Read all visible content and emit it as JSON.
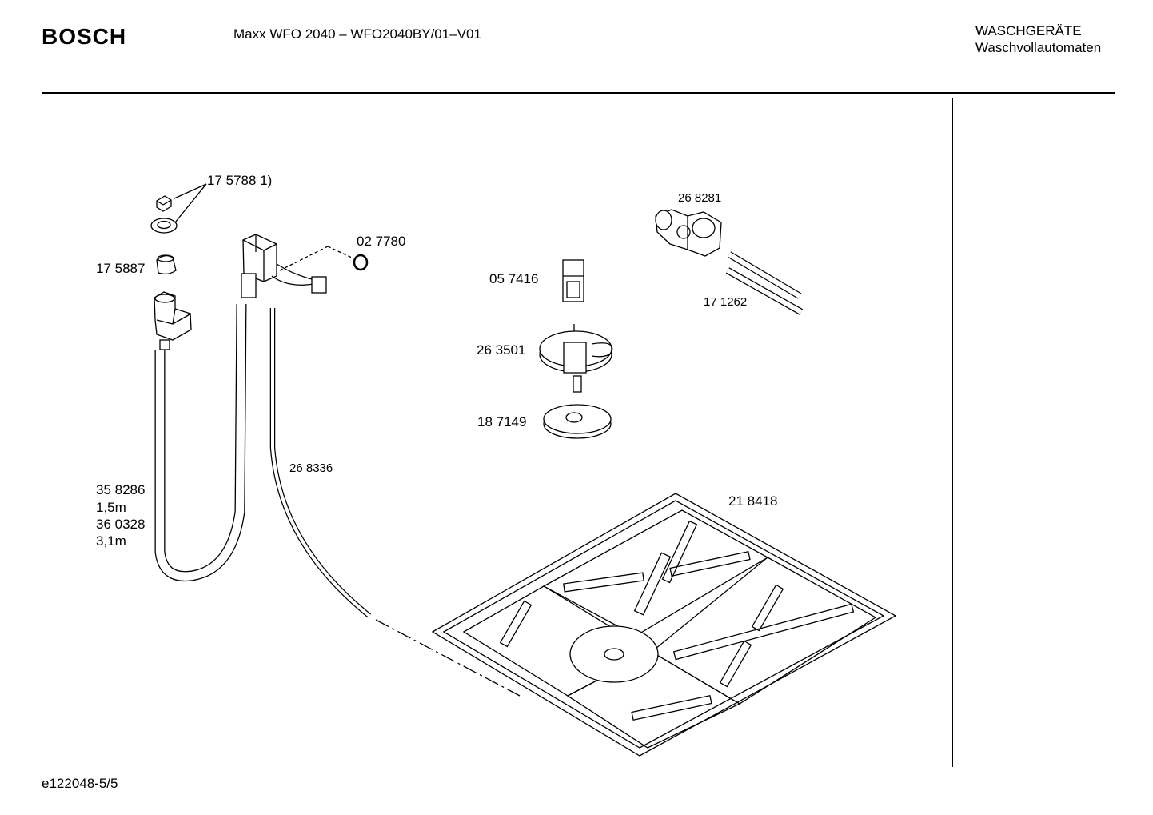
{
  "header": {
    "brand": "BOSCH",
    "model": "Maxx WFO 2040 – WFO2040BY/01–V01",
    "category": "WASCHGERÄTE",
    "subcategory": "Waschvollautomaten"
  },
  "footer": {
    "doc_id": "e122048-5/5"
  },
  "parts": [
    {
      "id": "175788",
      "label": "17 5788 1)"
    },
    {
      "id": "175887",
      "label": "17 5887"
    },
    {
      "id": "027780",
      "label": "02 7780"
    },
    {
      "id": "358286",
      "label": "35 8286"
    },
    {
      "id": "len1",
      "label": "1,5m"
    },
    {
      "id": "360328",
      "label": "36 0328"
    },
    {
      "id": "len2",
      "label": "3,1m"
    },
    {
      "id": "268336",
      "label": "26 8336"
    },
    {
      "id": "057416",
      "label": "05 7416"
    },
    {
      "id": "263501",
      "label": "26 3501"
    },
    {
      "id": "187149",
      "label": "18 7149"
    },
    {
      "id": "268281",
      "label": "26 8281"
    },
    {
      "id": "171262",
      "label": "17 1262"
    },
    {
      "id": "218418",
      "label": "21 8418"
    }
  ]
}
